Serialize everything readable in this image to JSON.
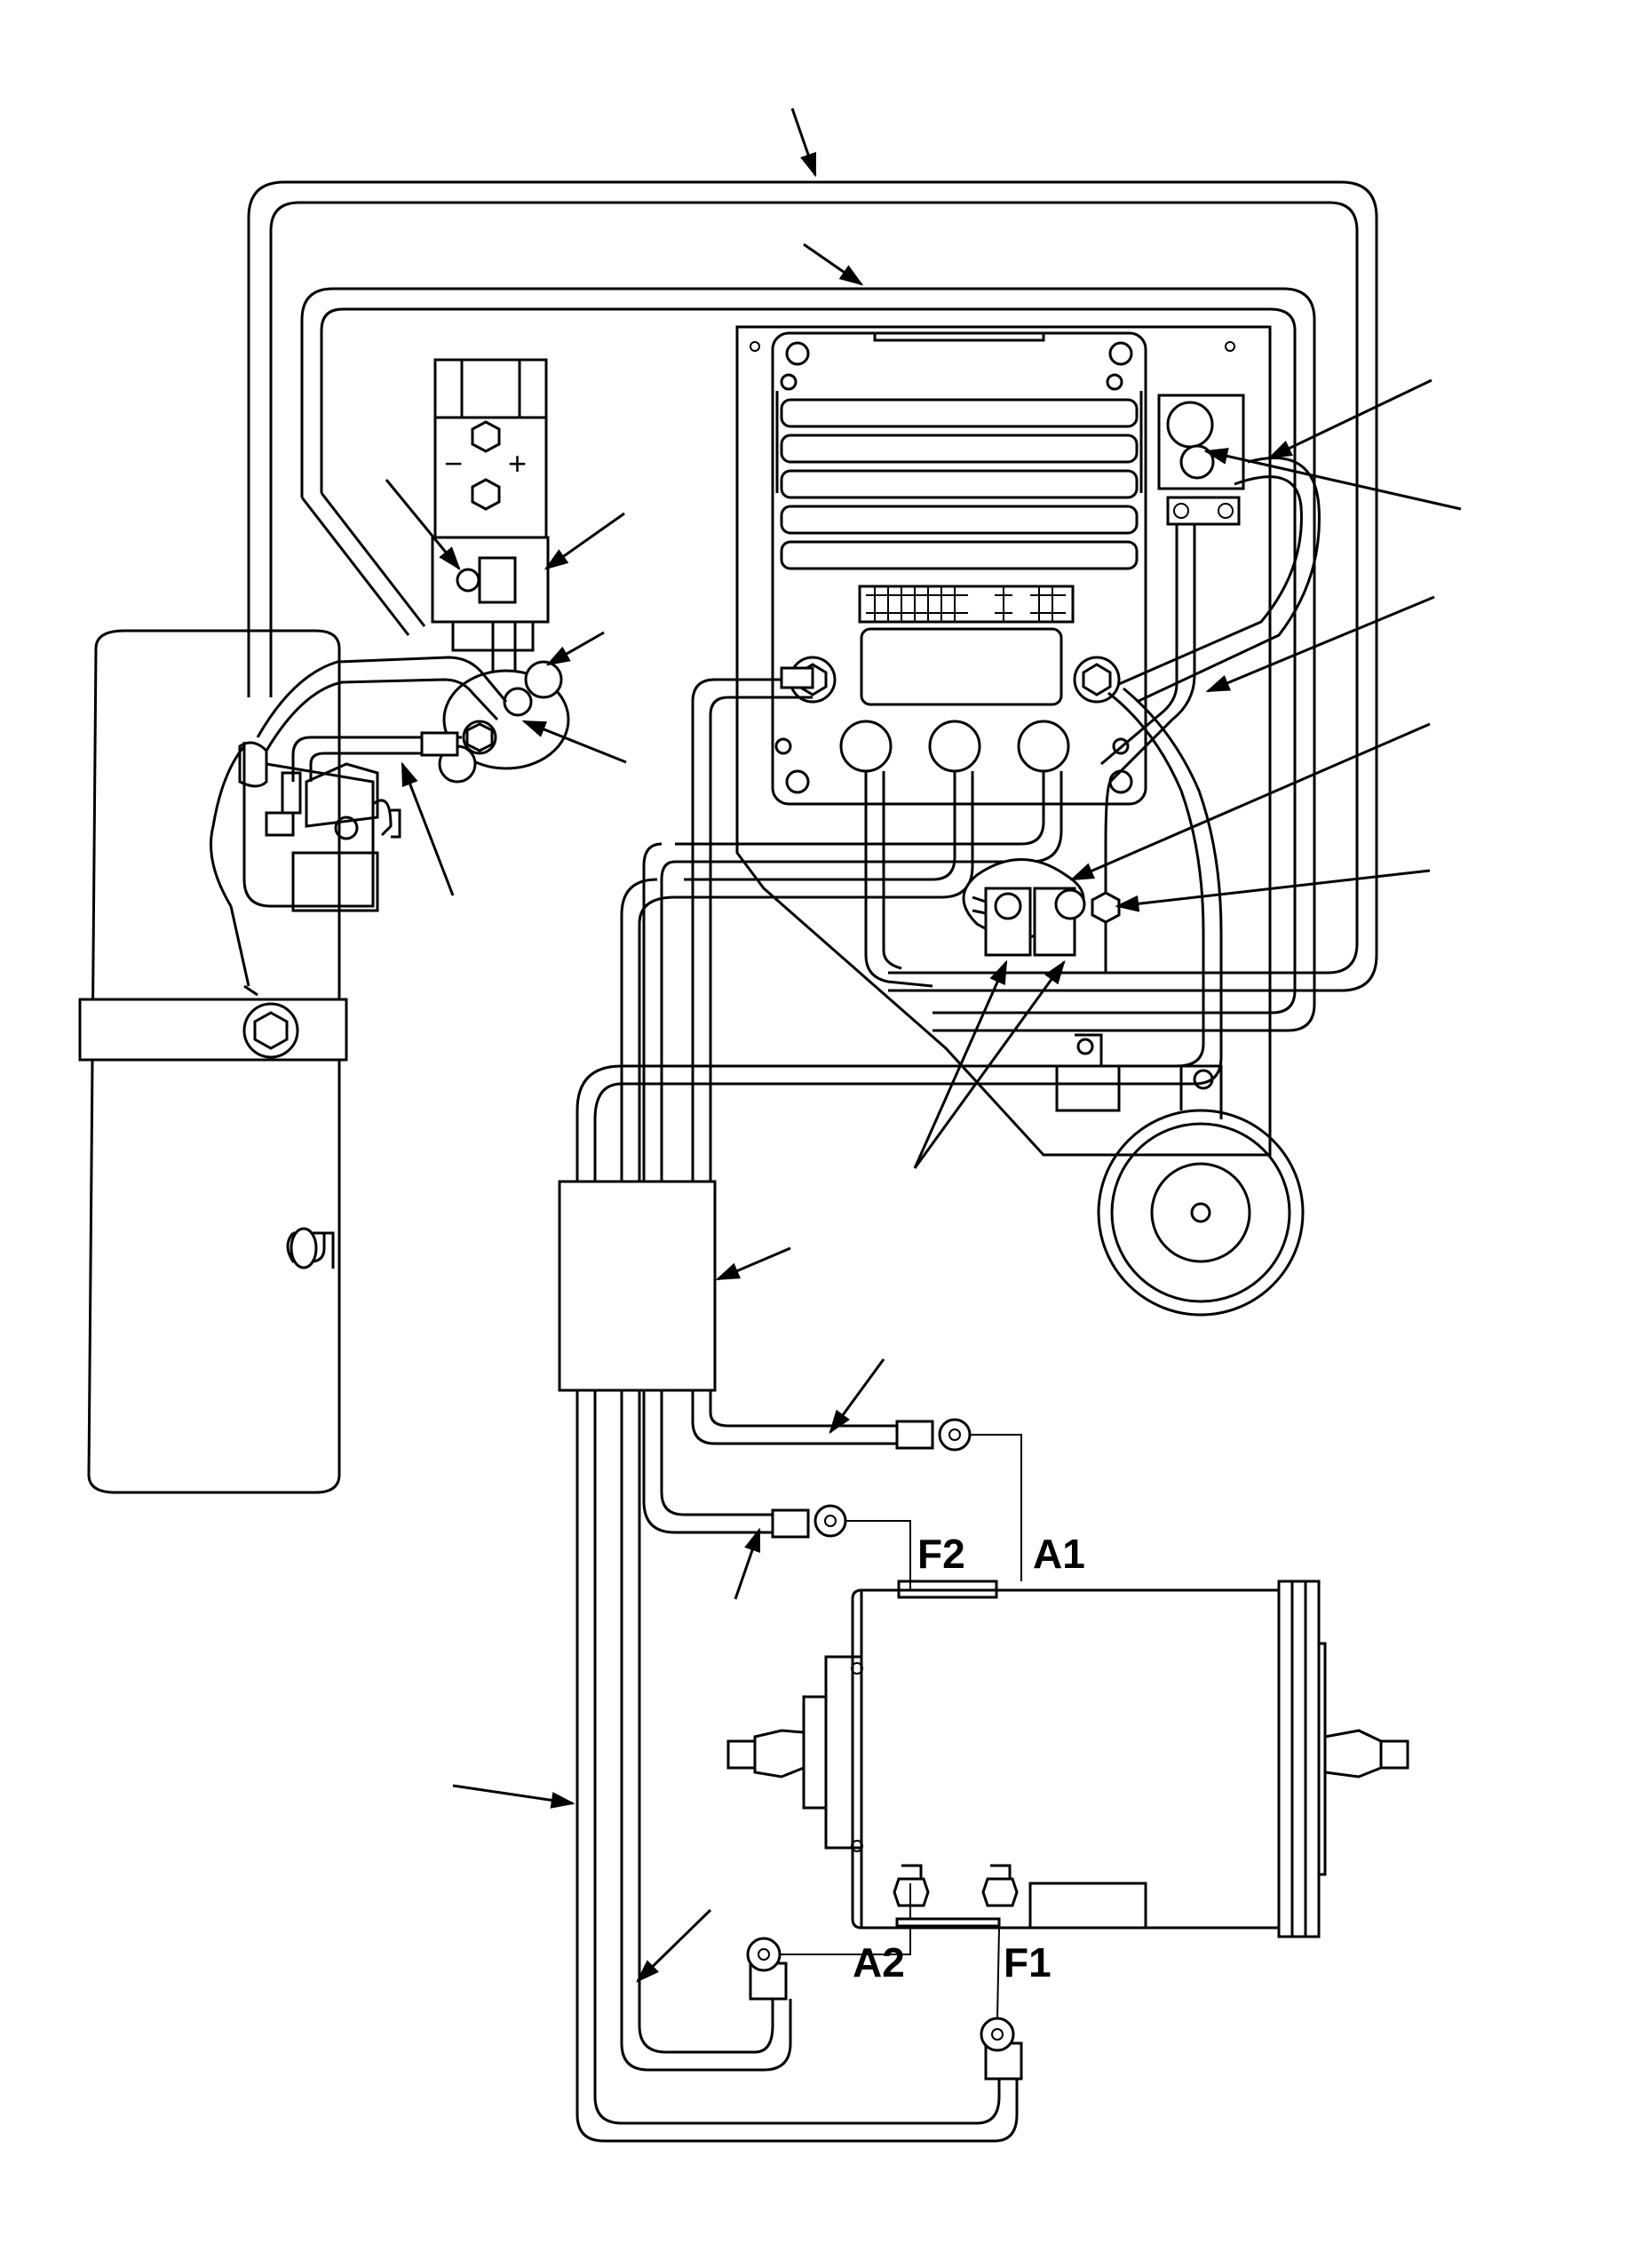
{
  "terminals": {
    "f2": "F2",
    "a1": "A1",
    "a2": "A2",
    "f1": "F1"
  },
  "solenoid_polarity": {
    "minus": "−",
    "plus": "+"
  },
  "colors": {
    "line": "#000000",
    "background": "#ffffff"
  }
}
